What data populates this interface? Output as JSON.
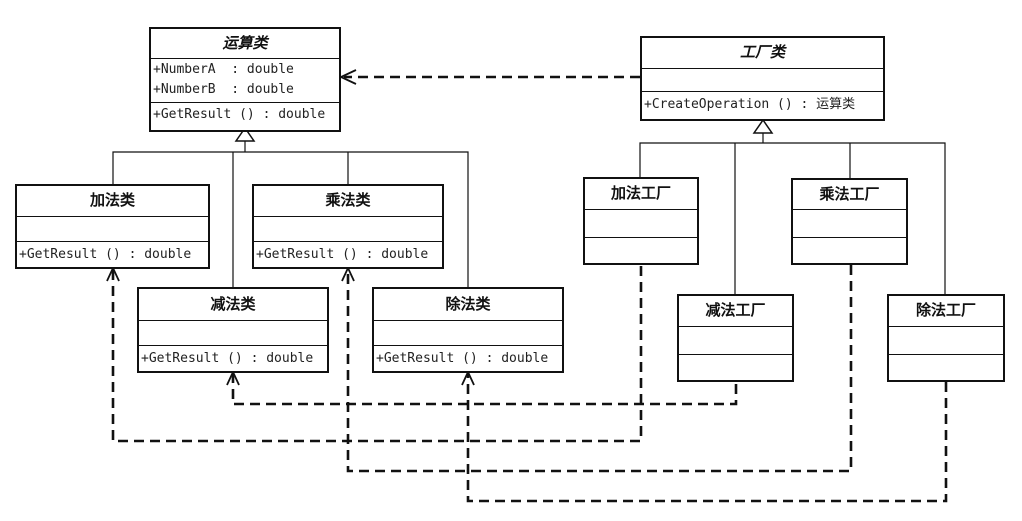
{
  "operation_side": {
    "base": {
      "name": "运算类",
      "attributes": [
        "+NumberA  : double",
        "+NumberB  : double"
      ],
      "methods": [
        "+GetResult () : double"
      ]
    },
    "add": {
      "name": "加法类",
      "methods": [
        "+GetResult () : double"
      ]
    },
    "sub": {
      "name": "减法类",
      "methods": [
        "+GetResult () : double"
      ]
    },
    "mul": {
      "name": "乘法类",
      "methods": [
        "+GetResult () : double"
      ]
    },
    "div": {
      "name": "除法类",
      "methods": [
        "+GetResult () : double"
      ]
    }
  },
  "factory_side": {
    "base": {
      "name": "工厂类",
      "methods": [
        "+CreateOperation () : 运算类"
      ]
    },
    "add": {
      "name": "加法工厂"
    },
    "sub": {
      "name": "减法工厂"
    },
    "mul": {
      "name": "乘法工厂"
    },
    "div": {
      "name": "除法工厂"
    }
  }
}
